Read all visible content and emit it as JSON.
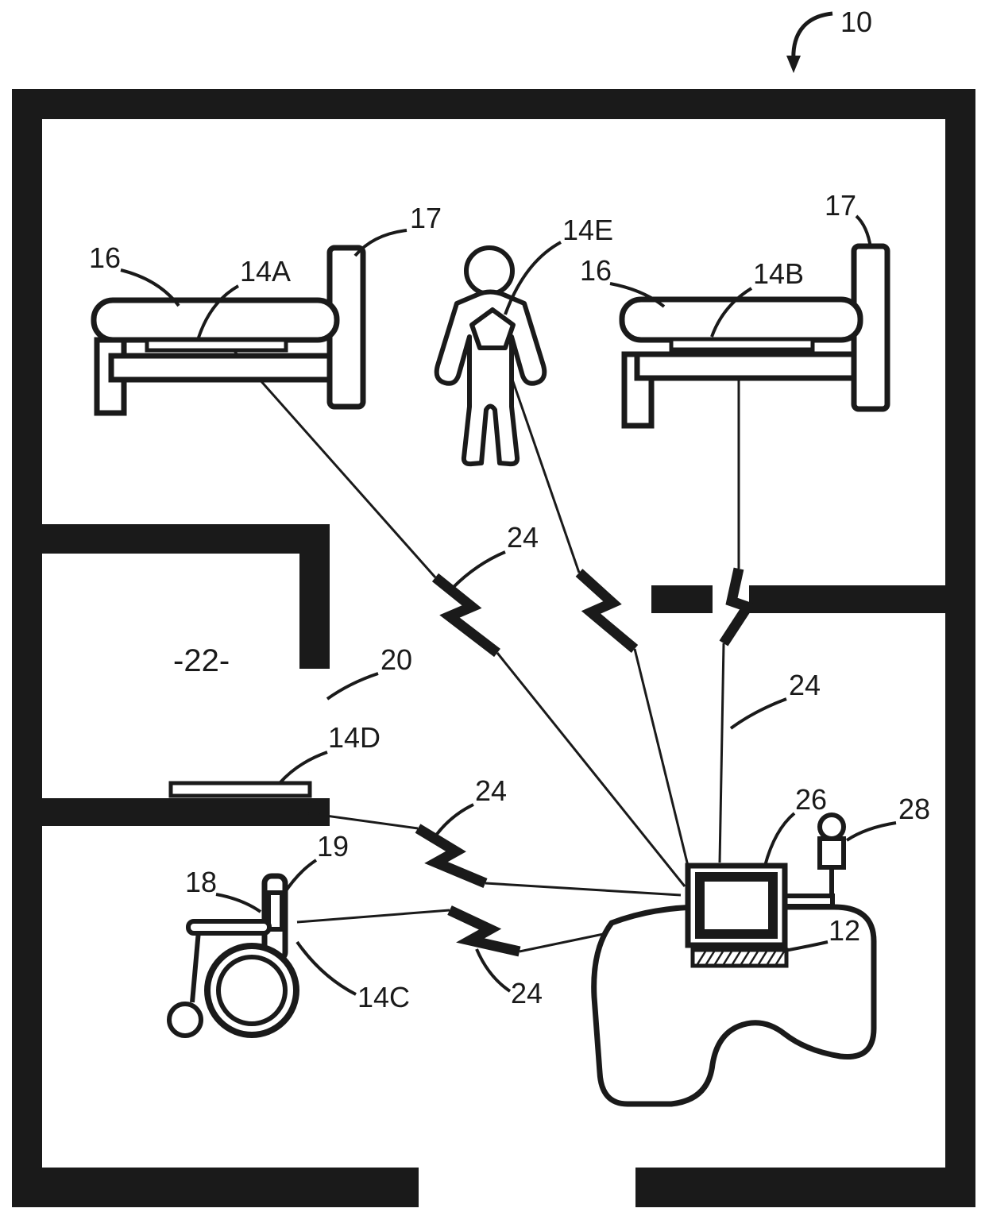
{
  "figure": {
    "type": "patent-floorplan-diagram",
    "ink_color": "#1a1a1a",
    "background_color": "#ffffff",
    "labels": {
      "ref_10": "10",
      "ref_17_left": "17",
      "ref_16_left": "16",
      "ref_14A": "14A",
      "ref_14E": "14E",
      "ref_16_right": "16",
      "ref_14B": "14B",
      "ref_17_right": "17",
      "ref_22": "-22-",
      "ref_20": "20",
      "ref_14D": "14D",
      "ref_24_top": "24",
      "ref_24_right": "24",
      "ref_24_middle": "24",
      "ref_24_bottom": "24",
      "ref_19": "19",
      "ref_18": "18",
      "ref_14C": "14C",
      "ref_26": "26",
      "ref_28": "28",
      "ref_12": "12"
    }
  }
}
